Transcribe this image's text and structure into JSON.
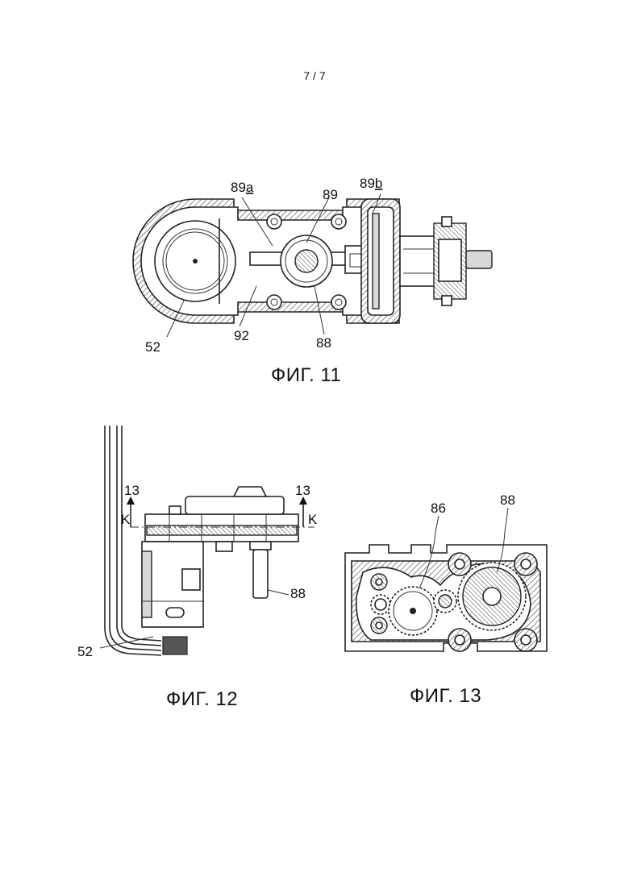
{
  "page_number": "7 / 7",
  "figures": {
    "fig11": {
      "caption": "ФИГ. 11",
      "labels": {
        "l89a_num": "89",
        "l89a_sub": "a",
        "l89": "89",
        "l89b_num": "89",
        "l89b_sub": "b",
        "l52": "52",
        "l92": "92",
        "l88": "88"
      }
    },
    "fig12": {
      "caption": "ФИГ. 12",
      "labels": {
        "l13_left": "13",
        "k_left": "K",
        "l13_right": "13",
        "k_right": "K",
        "l88": "88",
        "l52": "52"
      }
    },
    "fig13": {
      "caption": "ФИГ. 13",
      "labels": {
        "l86": "86",
        "l88": "88"
      }
    }
  }
}
